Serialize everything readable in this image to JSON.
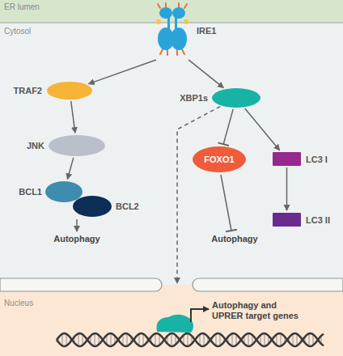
{
  "diagram": {
    "nodes": [
      {
        "text": [
          "ER lumen"
        ]
      },
      {
        "text": [
          "IRE1"
        ]
      },
      {
        "text": [
          "Cytosol"
        ]
      },
      {
        "text": [
          "TRAF2"
        ],
        "in": 2
      },
      {
        "text": [
          "XBP1s"
        ],
        "in": 2
      },
      {
        "text": [
          "JNK"
        ],
        "in": 2
      },
      {
        "text": [
          "FOXO1"
        ],
        "in": 2
      },
      {
        "text": [
          "LC3 I"
        ],
        "in": 2
      },
      {
        "text": [
          "BCL1"
        ],
        "in": 2
      },
      {
        "text": [
          "BCL2"
        ],
        "in": 2
      },
      {
        "text": [
          "LC3 II"
        ],
        "in": 2
      },
      {
        "text": [
          "Nucleus"
        ]
      }
    ],
    "edges": [
      {
        "from": 1,
        "to": 3,
        "arrow": "to"
      },
      {
        "from": 1,
        "to": 4,
        "arrow": "to"
      },
      {
        "from": 3,
        "to": 5,
        "arrow": "to"
      },
      {
        "from": 5,
        "to": 8,
        "arrow": "to"
      },
      {
        "from": 4,
        "to": 6,
        "arrow": "to"
      },
      {
        "from": 4,
        "to": 7,
        "arrow": "to"
      },
      {
        "from": 7,
        "to": 10,
        "arrow": "to"
      },
      {
        "from": 4,
        "to": 11,
        "arrow": "to"
      }
    ],
    "labels": [
      "Autophagy",
      "Autophagy",
      "Autophagy and UPRER target genes"
    ]
  }
}
